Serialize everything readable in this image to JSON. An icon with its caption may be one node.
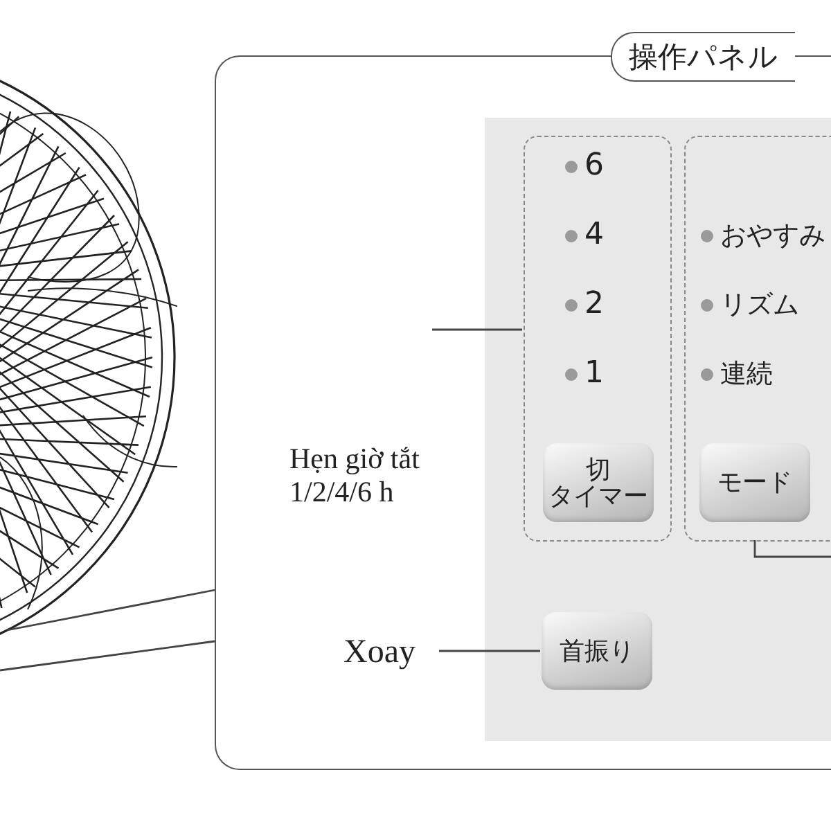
{
  "diagram": {
    "nodes": [
      {
        "text": [],
        "shape": "picture"
      },
      {
        "text": [
          "操作パネル"
        ]
      },
      {
        "text": [],
        "shape": "box",
        "in": 1
      },
      {
        "text": [
          "切",
          "タイマー"
        ],
        "in": 2
      },
      {
        "text": [],
        "shape": "box",
        "in": 1
      },
      {
        "text": [
          "モード"
        ],
        "in": 4
      },
      {
        "text": [
          "首振り"
        ],
        "in": 1
      },
      {
        "text": [
          "Xoay"
        ],
        "in": 1
      }
    ],
    "edges": [
      {
        "from": 0,
        "to": 1,
        "arrow": "none"
      },
      {
        "from": 0,
        "to": 1,
        "arrow": "none"
      },
      {
        "from": null,
        "to": 2,
        "arrow": "none"
      },
      {
        "from": 4,
        "to": null,
        "arrow": "none"
      },
      {
        "from": 7,
        "to": 6,
        "arrow": "none"
      }
    ],
    "labels": [
      "6",
      "4",
      "おやすみ",
      "2",
      "リズム",
      "1",
      "連続",
      "Hẹn giờ tắt 1/2/4/6 h"
    ]
  }
}
